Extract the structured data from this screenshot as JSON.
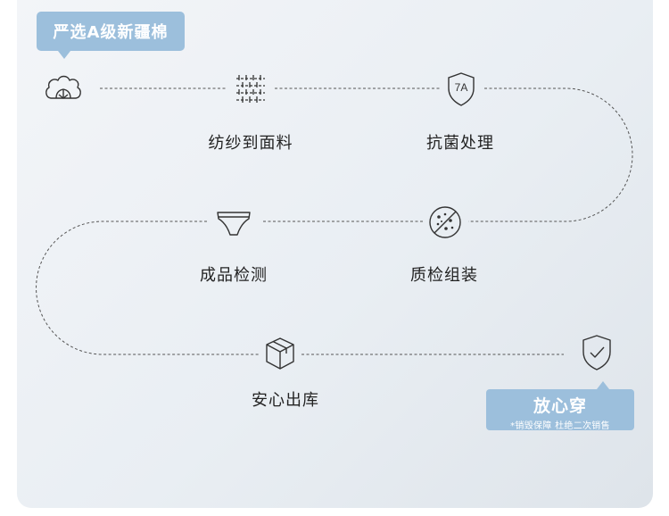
{
  "badge": {
    "text": "严选A级新疆棉"
  },
  "steps": [
    {
      "icon": "cotton-icon",
      "label": ""
    },
    {
      "icon": "fabric-weave-icon",
      "label": "纺纱到面料"
    },
    {
      "icon": "shield-7a-icon",
      "label": "抗菌处理",
      "icon_text": "7A"
    },
    {
      "icon": "no-germs-icon",
      "label": "质检组装"
    },
    {
      "icon": "underwear-icon",
      "label": "成品检测"
    },
    {
      "icon": "box-icon",
      "label": "安心出库"
    },
    {
      "icon": "shield-check-icon",
      "label": ""
    }
  ],
  "end_badge": {
    "title": "放心穿",
    "subtitle": "*销毁保障 杜绝二次销售"
  },
  "colors": {
    "badge": "#9cbfdc",
    "line": "#555555",
    "text": "#222222"
  }
}
